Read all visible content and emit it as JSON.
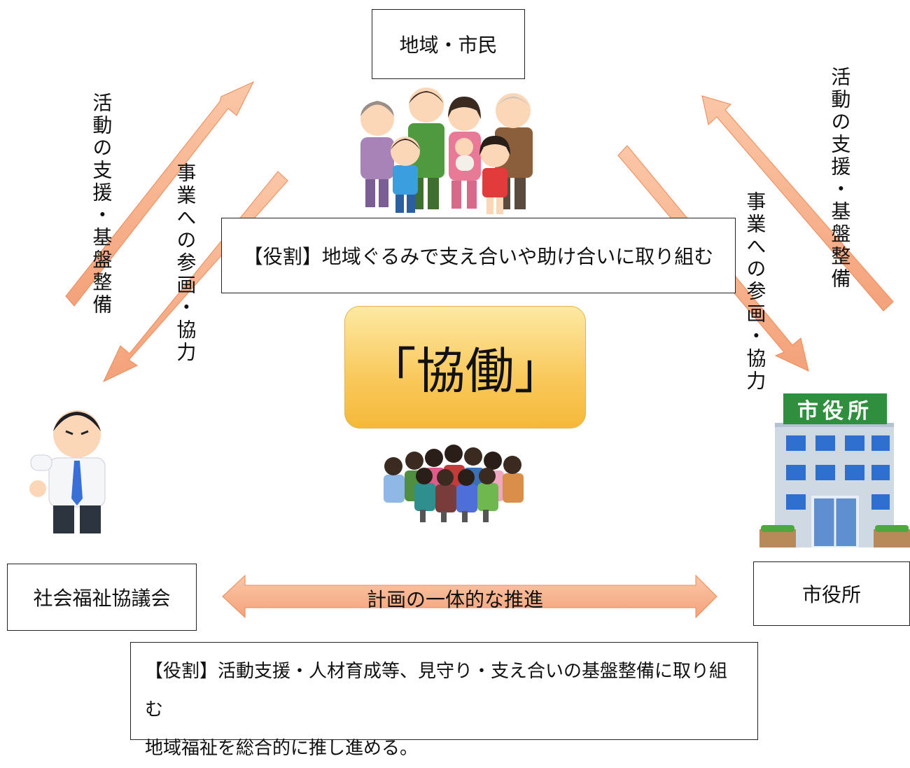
{
  "boxes": {
    "citizens": "地域・市民",
    "council": "社会福祉協議会",
    "city_hall": "市役所"
  },
  "center": {
    "label": "「協働」"
  },
  "roles": {
    "citizens": "【役割】地域ぐるみで支え合いや助け合いに取り組む",
    "council_line1": "【役割】活動支援・人材育成等、見守り・支え合いの基盤整備に取り組む",
    "council_line2": "地域福祉を総合的に推し進める。"
  },
  "arrows": {
    "support": "活動の支援・基盤整備",
    "participation": "事業への参画・協力",
    "bidirectional": "計画の一体的な推進"
  },
  "building_sign": "市役所",
  "colors": {
    "arrow_fill": "#f7b48f",
    "arrow_stroke": "#ee8a55",
    "center_fill": "#f9c85a"
  }
}
